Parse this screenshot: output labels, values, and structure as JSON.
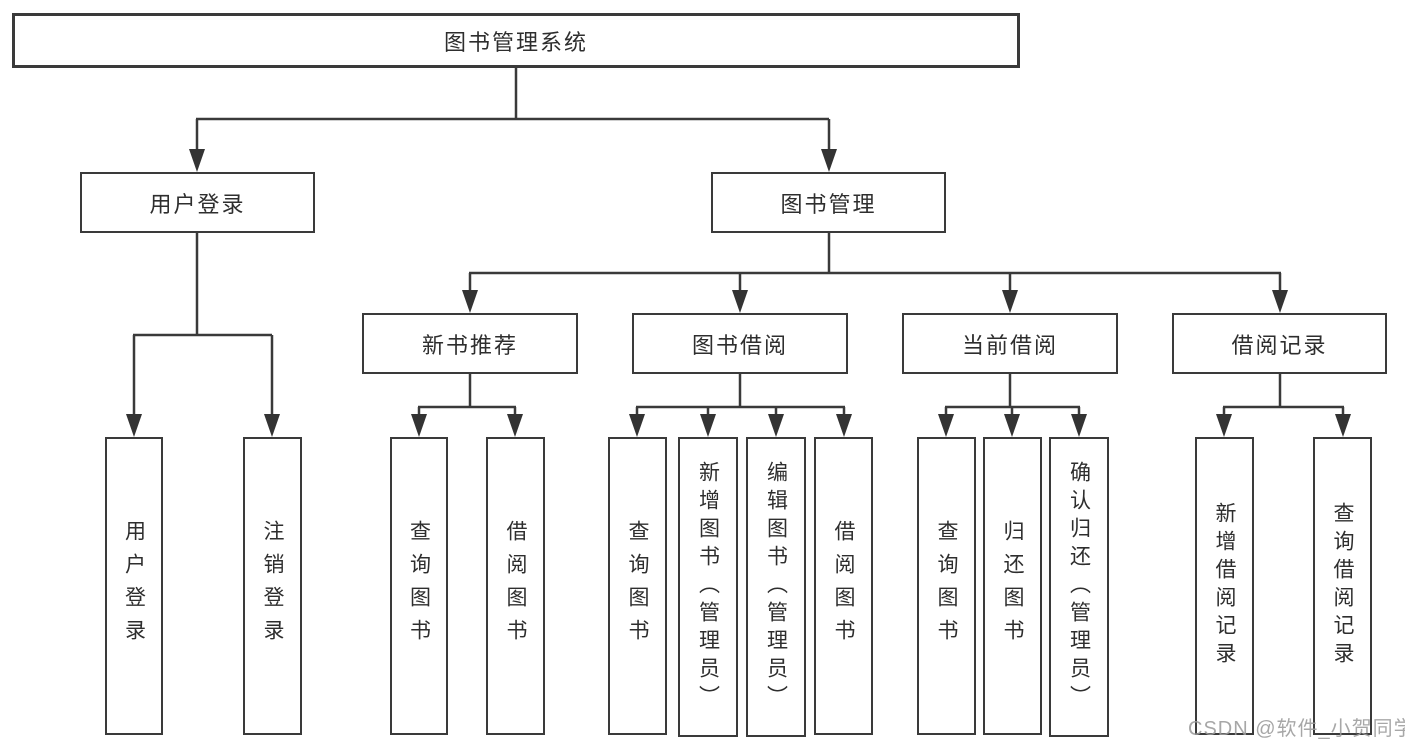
{
  "tree": {
    "root": {
      "label": "图书管理系统",
      "children": [
        {
          "label": "用户登录",
          "children": [
            {
              "label": "用户登录"
            },
            {
              "label": "注销登录"
            }
          ]
        },
        {
          "label": "图书管理",
          "children": [
            {
              "label": "新书推荐",
              "children": [
                {
                  "label": "查询图书"
                },
                {
                  "label": "借阅图书"
                }
              ]
            },
            {
              "label": "图书借阅",
              "children": [
                {
                  "label": "查询图书"
                },
                {
                  "label": "新增图书（管理员）"
                },
                {
                  "label": "编辑图书（管理员）"
                },
                {
                  "label": "借阅图书"
                }
              ]
            },
            {
              "label": "当前借阅",
              "children": [
                {
                  "label": "查询图书"
                },
                {
                  "label": "归还图书"
                },
                {
                  "label": "确认归还（管理员）"
                }
              ]
            },
            {
              "label": "借阅记录",
              "children": [
                {
                  "label": "新增借阅记录"
                },
                {
                  "label": "查询借阅记录"
                }
              ]
            }
          ]
        }
      ]
    }
  },
  "watermark": {
    "text": "CSDN @软件_小贺同学"
  },
  "colors": {
    "line": "#3a3a3a",
    "box_border": "#3a3a3a",
    "text": "#2e2e2e",
    "background": "#ffffff",
    "watermark": "#9c9c9c"
  }
}
